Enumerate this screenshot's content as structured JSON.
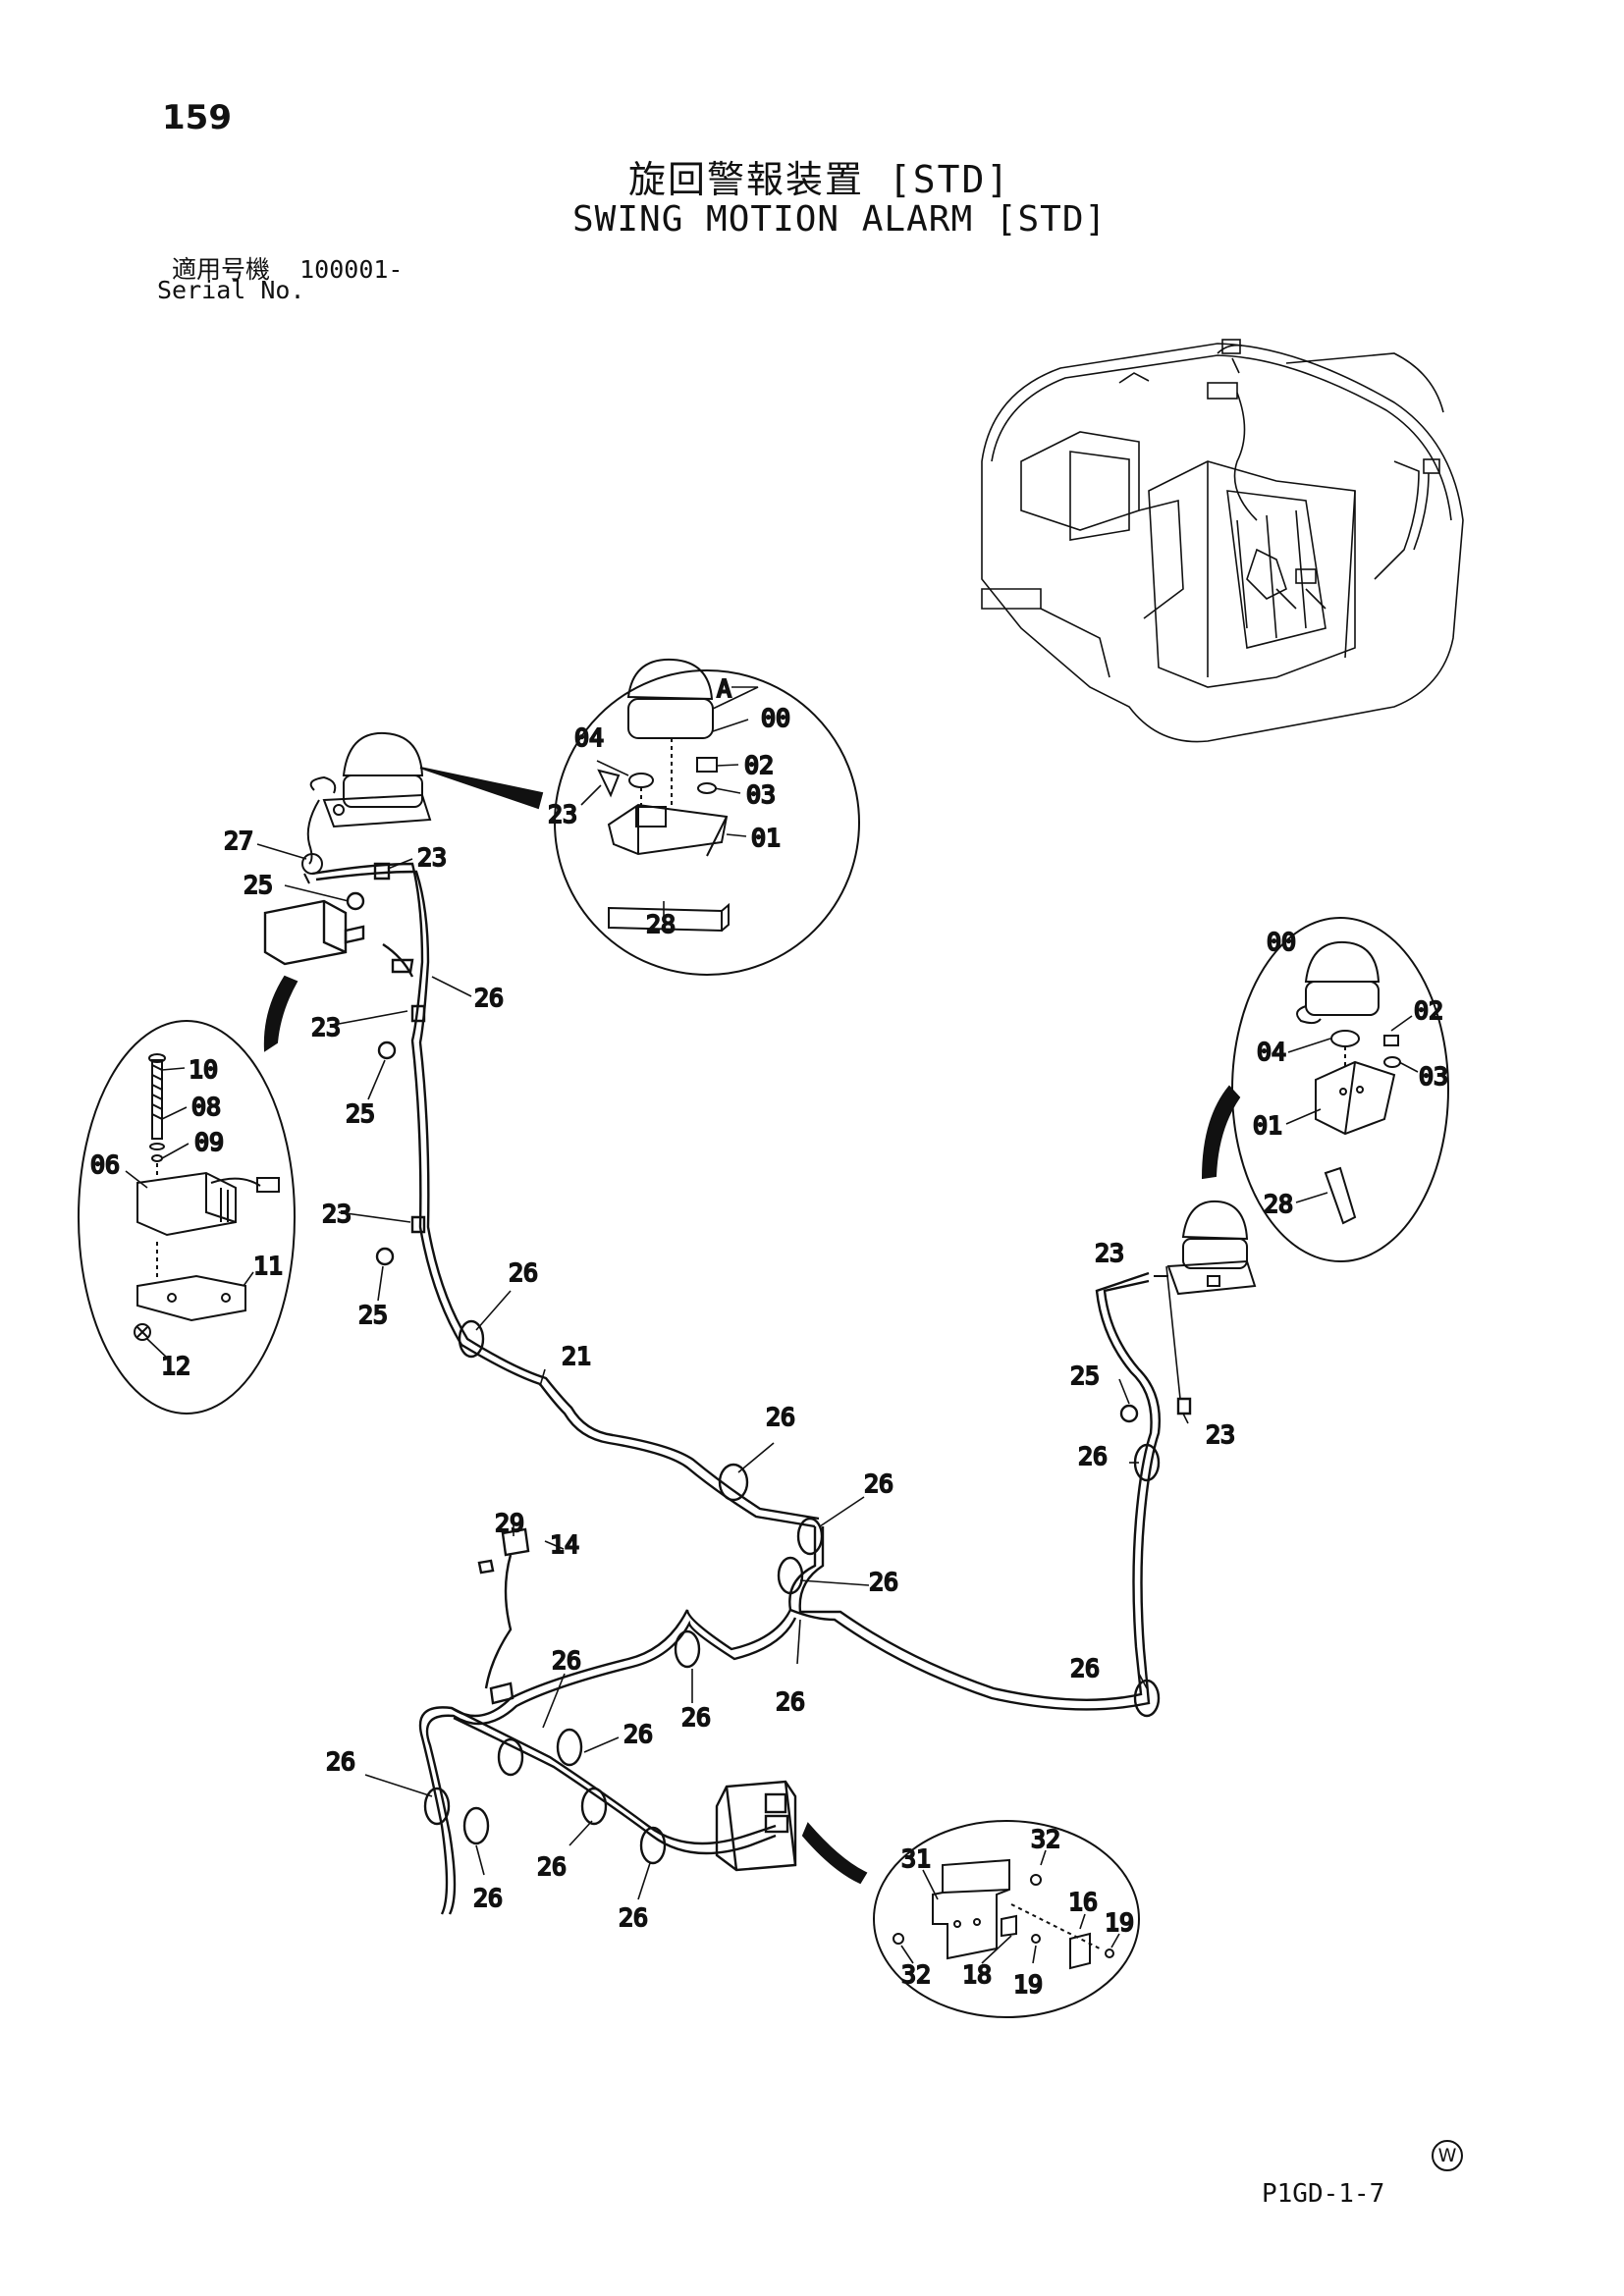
{
  "page_number": "159",
  "title_jp": "旋回警報装置 [STD]",
  "title_en": "SWING MOTION ALARM [STD]",
  "serial": {
    "label_jp": "適用号機",
    "value": "100001-",
    "label_en": "Serial No."
  },
  "page_code": "P1GD-1-7",
  "mark": "W",
  "part_labels": {
    "tr_00": "00",
    "tr_A": "A",
    "tr_02": "02",
    "tr_03": "03",
    "tr_04": "04",
    "tr_23": "23",
    "tr_01": "01",
    "tr_28": "28",
    "lb_10": "10",
    "lb_08": "08",
    "lb_09": "09",
    "lb_06": "06",
    "lb_11": "11",
    "lb_12": "12",
    "l_27": "27",
    "l_23a": "23",
    "l_25a": "25",
    "l_26a": "26",
    "l_23b": "23",
    "l_25b": "25",
    "l_23c": "23",
    "l_25c": "25",
    "l_26b": "26",
    "l_21": "21",
    "l_26c": "26",
    "l_26d": "26",
    "l_26e": "26",
    "rb_00": "00",
    "rb_02": "02",
    "rb_04": "04",
    "rb_03": "03",
    "rb_01": "01",
    "rb_28": "28",
    "r_23a": "23",
    "r_25": "25",
    "r_23b": "23",
    "r_26a": "26",
    "r_26b": "26",
    "m_29": "29",
    "m_14": "14",
    "m_26a": "26",
    "m_26b": "26",
    "m_26c": "26",
    "m_26d": "26",
    "m_26e": "26",
    "m_26f": "26",
    "m_26g": "26",
    "br_32a": "32",
    "br_31": "31",
    "br_16": "16",
    "br_19a": "19",
    "br_32b": "32",
    "br_18": "18",
    "br_19b": "19"
  }
}
